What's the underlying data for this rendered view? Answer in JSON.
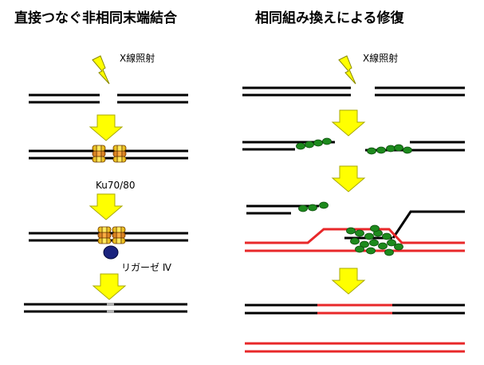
{
  "left_panel": {
    "title": "直接つなぐ非相同末端結合",
    "xray_label": "X線照射",
    "ku_label": "Ku70/80",
    "ligase_label": "リガーゼ Ⅳ"
  },
  "right_panel": {
    "title": "相同組み換えによる修復",
    "xray_label": "X線照射"
  },
  "colors": {
    "dna": "#000000",
    "template_dna": "#e8282a",
    "arrow_fill": "#ffff00",
    "arrow_stroke": "#b8b800",
    "ku_orange": "#ee9a2a",
    "ku_yellow": "#ffd24a",
    "ligase": "#1a237e",
    "protein_green": "#1d8a1d",
    "repair_patch": "#b0b0b0"
  }
}
